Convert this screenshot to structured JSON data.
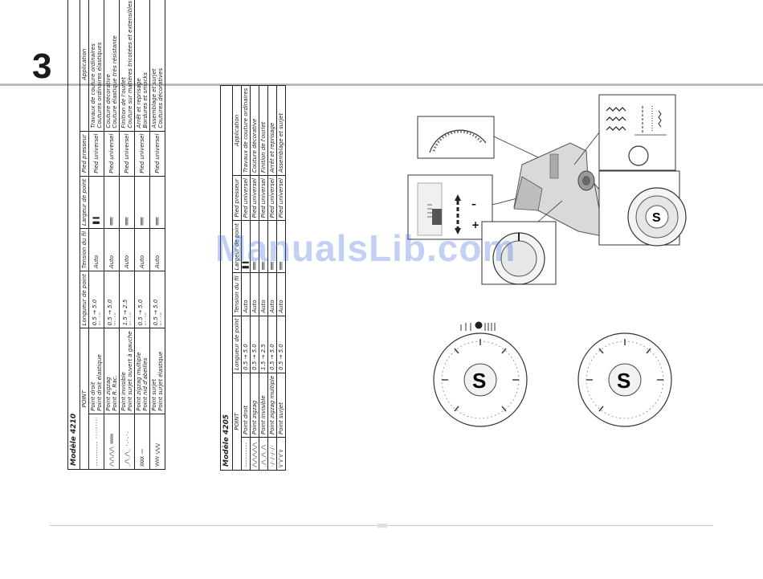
{
  "page": {
    "number": "3"
  },
  "watermark": "ManualsLib.com",
  "table_4210": {
    "title": "Modèle 4210",
    "headers": {
      "point": "POINT",
      "length": "Longueur de point",
      "tension": "Tension du fil",
      "width": "Largeur de point",
      "foot": "Pied presseur",
      "application": "Application"
    },
    "rows": [
      {
        "pattern": "---------- ·········",
        "name": "Point droit",
        "name2": "Point droit élastique",
        "length": "0.5 → 5.0",
        "length_note": "(4.5 ~ 5.0)",
        "tension": "Auto",
        "width": "▐▌▐",
        "foot": "Pied universel",
        "application": "Travaux de couture ordinaires",
        "application2": "Coutures ordinaires élastiques"
      },
      {
        "pattern": "/\\/\\/\\/\\ ≋≋≋≋",
        "name": "Point zigzag",
        "name2": "Point R. Rac.",
        "length": "0.5 → 5.0",
        "length_note": "(0.5 ~ 1.0)",
        "tension": "Auto",
        "width": "≋≋≋",
        "foot": "Pied universel",
        "application": "Couture décorative",
        "application2": "Couture élastique très résistante"
      },
      {
        "pattern": "_/\\_/\\_ ·.·.·.",
        "name": "Point invisible",
        "name2": "Point surjet ouvert à gauche",
        "length": "1.5 → 2.5",
        "length_note": "(0.5 ~ 1.5)",
        "tension": "Auto",
        "width": "≋≋≋",
        "foot": "Pied universel",
        "application": "Finition de l'ourlet",
        "application2": "Couture sur matières tricotées et extensibles"
      },
      {
        "pattern": "XXXX ⋯⋯",
        "name": "Point zigzag multiple",
        "name2": "Point nid d'abeilles",
        "length": "0.5 → 5.0",
        "length_note": "(2.5 ~ 5.0)",
        "tension": "Auto",
        "width": "≋≋≋",
        "foot": "Pied universel",
        "application": "Arrêt et reprisage",
        "application2": "Bordures et smocks"
      },
      {
        "pattern": "VVVV ⋁⋁⋁",
        "name": "Point surjet",
        "name2": "Point surjet élastique",
        "length": "0.5 → 5.0",
        "length_note": "(2.5 ~ 5.0)",
        "tension": "Auto",
        "width": "≋≋≋",
        "foot": "Pied universel",
        "application": "Assemblage et surjet",
        "application2": "Coutures décoratives"
      }
    ]
  },
  "table_4205": {
    "title": "Modèle 4205",
    "headers": {
      "point": "POINT",
      "length": "Longueur de point",
      "tension": "Tension du fil",
      "width": "Largeur de point",
      "foot": "Pied presseur",
      "application": "Application"
    },
    "rows": [
      {
        "pattern": "----------",
        "name": "Point droit",
        "length": "0.5 → 5.0",
        "tension": "Auto",
        "width": "▐▌▐",
        "foot": "Pied universel",
        "application": "Travaux de couture ordinaires"
      },
      {
        "pattern": "/\\/\\/\\/\\/\\",
        "name": "Point zigzag",
        "length": "0.5 → 5.0",
        "tension": "Auto",
        "width": "≋≋≋",
        "foot": "Pied universel",
        "application": "Couture décorative"
      },
      {
        "pattern": "_/\\_/\\_/\\",
        "name": "Point invisible",
        "length": "1.5 → 2.5",
        "tension": "Auto",
        "width": "≋≋≋",
        "foot": "Pied universel",
        "application": "Finition de l'ourlet"
      },
      {
        "pattern": "·/·/·/·/·",
        "name": "Point zigzag multiple",
        "length": "0.5 → 5.0",
        "tension": "Auto",
        "width": "≋≋≋",
        "foot": "Pied universel",
        "application": "Arrêt et reprisage"
      },
      {
        "pattern": "V¯V¯V¯V",
        "name": "Point surjet",
        "length": "0.5 → 5.0",
        "tension": "Auto",
        "width": "≋≋≋",
        "foot": "Pied universel",
        "application": "Assemblage et surjet"
      }
    ]
  },
  "illustration": {
    "minus": "–",
    "plus": "+",
    "dial_letter": "S",
    "colors": {
      "line": "#333333",
      "panel": "#f4f4f4",
      "machine": "#cfcfcf"
    }
  }
}
